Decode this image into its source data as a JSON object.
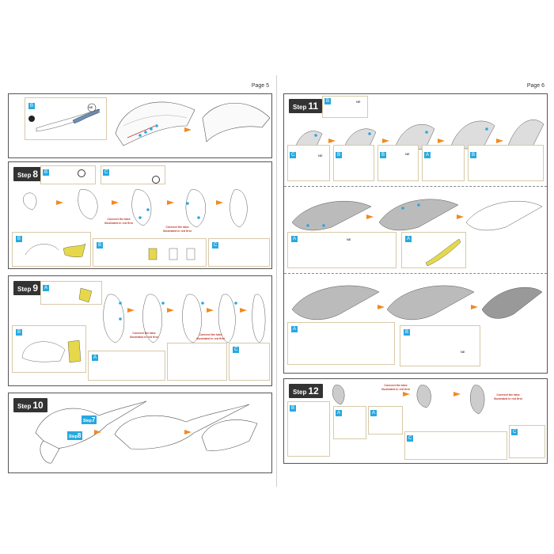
{
  "pages": [
    {
      "number_label": "Page 5"
    },
    {
      "number_label": "Page 6"
    }
  ],
  "steps": {
    "step8": {
      "word": "Step",
      "num": "8"
    },
    "step9": {
      "word": "Step",
      "num": "9"
    },
    "step10": {
      "word": "Step",
      "num": "10",
      "callouts": [
        {
          "word": "Step",
          "num": "7"
        },
        {
          "word": "Step",
          "num": "8"
        }
      ]
    },
    "step11": {
      "word": "Step",
      "num": "11"
    },
    "step12": {
      "word": "Step",
      "num": "12"
    }
  },
  "notes": {
    "connect_tabs": "Connect the tabs illustrated in red first"
  },
  "part_tags": {
    "B": "B",
    "C": "C",
    "A": "A"
  },
  "part_refs": {
    "ne": "NE"
  },
  "colors": {
    "accent_blue": "#29a8e0",
    "arrow_orange": "#f08a24",
    "note_red": "#c0392b",
    "part_yellow": "#e6d84a"
  }
}
